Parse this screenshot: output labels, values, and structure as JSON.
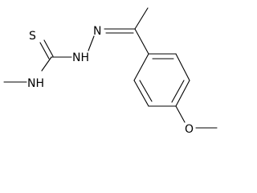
{
  "molecule": {
    "atoms": {
      "sulfur": "S",
      "nh_hydrazine": "NH",
      "n_imine": "N",
      "nh_methyl": "NH",
      "oxygen": "O"
    }
  }
}
